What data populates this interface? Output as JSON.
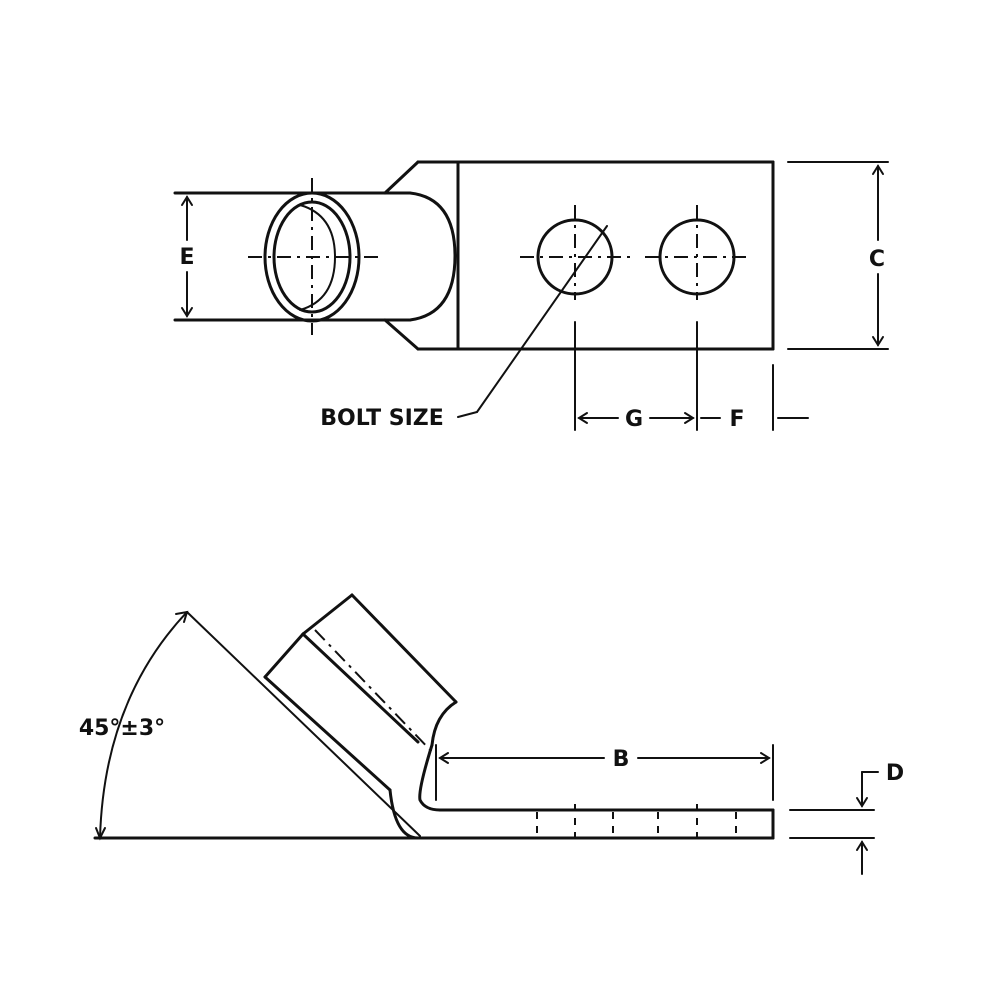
{
  "labels": {
    "e": "E",
    "c": "C",
    "g": "G",
    "f": "F",
    "bolt_size": "BOLT SIZE",
    "b": "B",
    "d": "D",
    "angle": "45°±3°"
  }
}
